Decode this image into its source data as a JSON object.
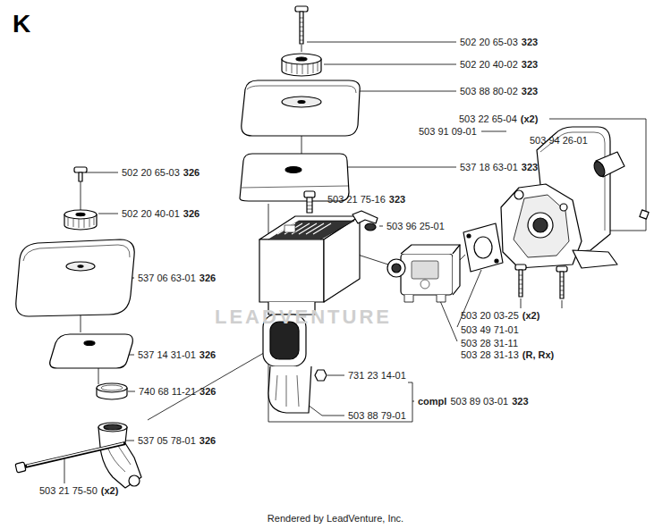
{
  "diagram": {
    "title": "K",
    "caption": "Rendered by LeadVenture, Inc.",
    "labels": [
      "502 20 65-03",
      "323",
      "502 20 40-02",
      "323",
      "503 88 80-02",
      "323",
      "503 22 65-04",
      "(x2)",
      "503 91 09-01",
      "503 94 26-01",
      "537 18 63-01",
      "323",
      "502 20 65-03",
      "326",
      "503 21 75-16",
      "323",
      "502 20 40-01",
      "326",
      "503 96 25-01",
      "537 06 63-01",
      "326",
      "503 20 03-25",
      "(x2)",
      "LEADVENTURE",
      "503 49 71-01",
      "503 28 31-11",
      "503 28 31-13",
      "(R, Rx)",
      "537 14 31-01",
      "326",
      "731 23 14-01",
      "740 68 11-21",
      "326",
      "compl",
      "503 89 03-01",
      "323",
      "503 88 79-01",
      "537 05 78-01",
      "326",
      "503 21 75-50",
      "(x2)"
    ]
  }
}
